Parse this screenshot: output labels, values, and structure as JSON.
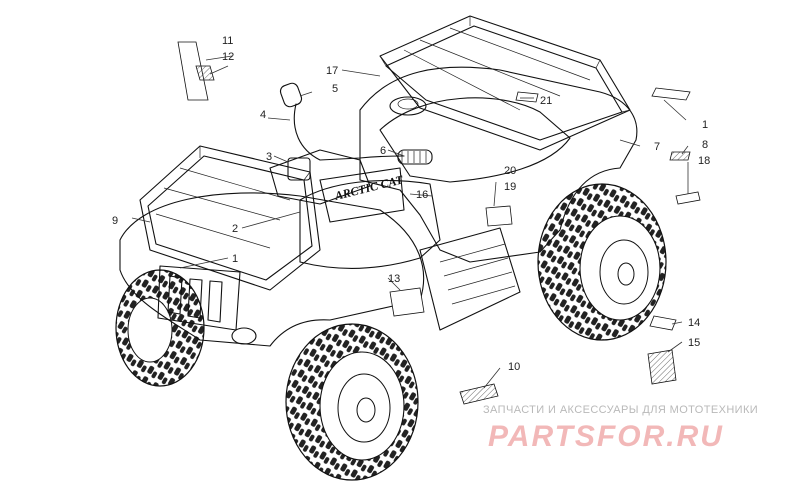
{
  "diagram": {
    "callouts": [
      {
        "id": "c1a",
        "label": "1"
      },
      {
        "id": "c1b",
        "label": "1"
      },
      {
        "id": "c2",
        "label": "2"
      },
      {
        "id": "c3",
        "label": "3"
      },
      {
        "id": "c4",
        "label": "4"
      },
      {
        "id": "c5",
        "label": "5"
      },
      {
        "id": "c6",
        "label": "6"
      },
      {
        "id": "c7",
        "label": "7"
      },
      {
        "id": "c8",
        "label": "8"
      },
      {
        "id": "c9",
        "label": "9"
      },
      {
        "id": "c10",
        "label": "10"
      },
      {
        "id": "c11",
        "label": "11"
      },
      {
        "id": "c12",
        "label": "12"
      },
      {
        "id": "c13",
        "label": "13"
      },
      {
        "id": "c14",
        "label": "14"
      },
      {
        "id": "c15",
        "label": "15"
      },
      {
        "id": "c16",
        "label": "16"
      },
      {
        "id": "c17",
        "label": "17"
      },
      {
        "id": "c18",
        "label": "18"
      },
      {
        "id": "c19",
        "label": "19"
      },
      {
        "id": "c20",
        "label": "20"
      },
      {
        "id": "c21",
        "label": "21"
      }
    ]
  },
  "watermark": {
    "caption": "ЗАПЧАСТИ И АКСЕССУАРЫ ДЛЯ МОТОТЕХНИКИ",
    "logo_text": "PARTSFOR.RU",
    "color": "#f2b8b8"
  }
}
